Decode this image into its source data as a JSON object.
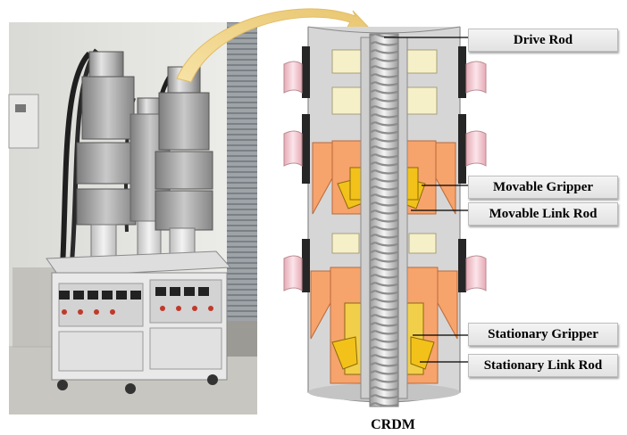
{
  "caption": "CRDM",
  "labels": {
    "drive_rod": "Drive Rod",
    "movable_gripper": "Movable Gripper",
    "movable_link_rod": "Movable Link Rod",
    "stationary_gripper": "Stationary Gripper",
    "stationary_link_rod": "Stationary Link Rod"
  },
  "colors": {
    "housing": "#d9d9d9",
    "coil_block": "#f6f0c8",
    "pole_piece": "#f7a36c",
    "gripper_latch": "#f2c21a",
    "coil_ring": "#f5d6dc",
    "arrow": "#f1d796"
  }
}
